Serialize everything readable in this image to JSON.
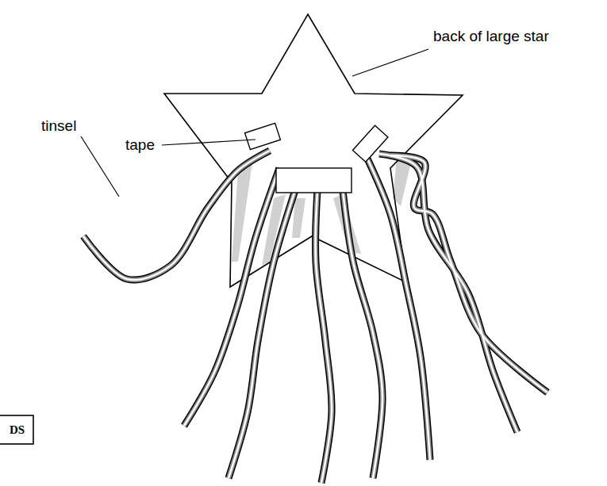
{
  "diagram": {
    "labels": [
      "back of large star",
      "tape",
      "tinsel",
      "DS"
    ]
  }
}
